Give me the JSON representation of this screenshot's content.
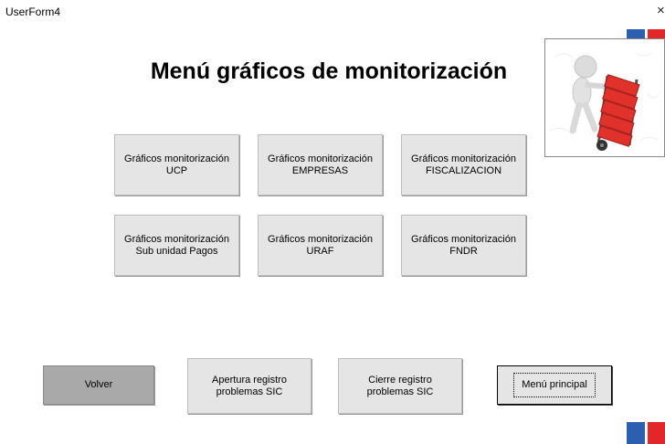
{
  "window": {
    "title": "UserForm4",
    "close_glyph": "×"
  },
  "main_title": "Menú gráficos de monitorización",
  "grid_buttons": [
    {
      "label": "Gráficos monitorización\nUCP"
    },
    {
      "label": "Gráficos monitorización\nEMPRESAS"
    },
    {
      "label": "Gráficos monitorización\nFISCALIZACION"
    },
    {
      "label": "Gráficos monitorización\nSub unidad Pagos"
    },
    {
      "label": "Gráficos monitorización\nURAF"
    },
    {
      "label": "Gráficos monitorización\nFNDR"
    }
  ],
  "bottom_buttons": {
    "volver": "Volver",
    "apertura": "Apertura registro\nproblemas SIC",
    "cierre": "Cierre registro\nproblemas SIC",
    "menu_principal": "Menú principal"
  },
  "colors": {
    "flag_blue": "#2c5fb0",
    "flag_red": "#e2262a",
    "button_face": "#e5e5e5",
    "volver_face": "#a9a9a9",
    "figure_red": "#e0312b"
  }
}
